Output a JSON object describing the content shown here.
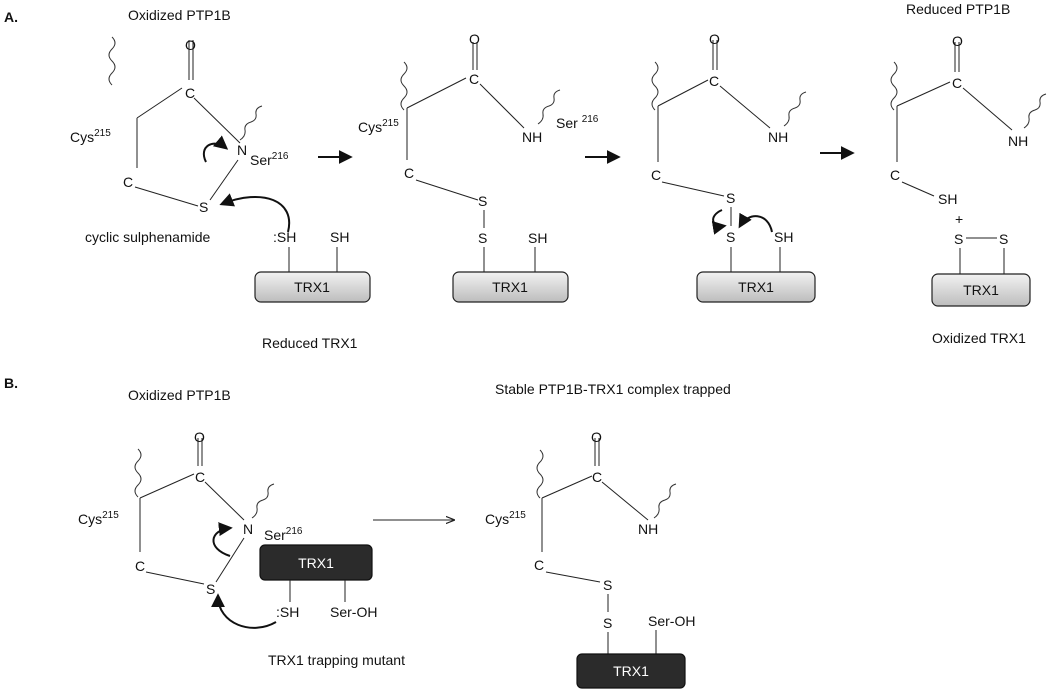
{
  "panel_a": {
    "label": "A.",
    "title_oxidized": "Oxidized PTP1B",
    "title_reduced": "Reduced PTP1B",
    "caption_cyclic": "cyclic sulphenamide",
    "caption_reduced_trx": "Reduced TRX1",
    "caption_oxidized_trx": "Oxidized TRX1",
    "plus": "+"
  },
  "panel_b": {
    "label": "B.",
    "title_oxidized": "Oxidized PTP1B",
    "title_trapped": "Stable PTP1B-TRX1 complex trapped",
    "caption_mutant": "TRX1 trapping mutant"
  },
  "atoms": {
    "o": "O",
    "c": "C",
    "n": "N",
    "nh": "NH",
    "s": "S",
    "sh": "SH",
    "lone_sh": ":SH",
    "ser_oh": "Ser-OH",
    "cys": "Cys",
    "cys_num": "215",
    "ser": "Ser",
    "ser_num": "216",
    "ser_spaced": "Ser ",
    "trx": "TRX1"
  }
}
